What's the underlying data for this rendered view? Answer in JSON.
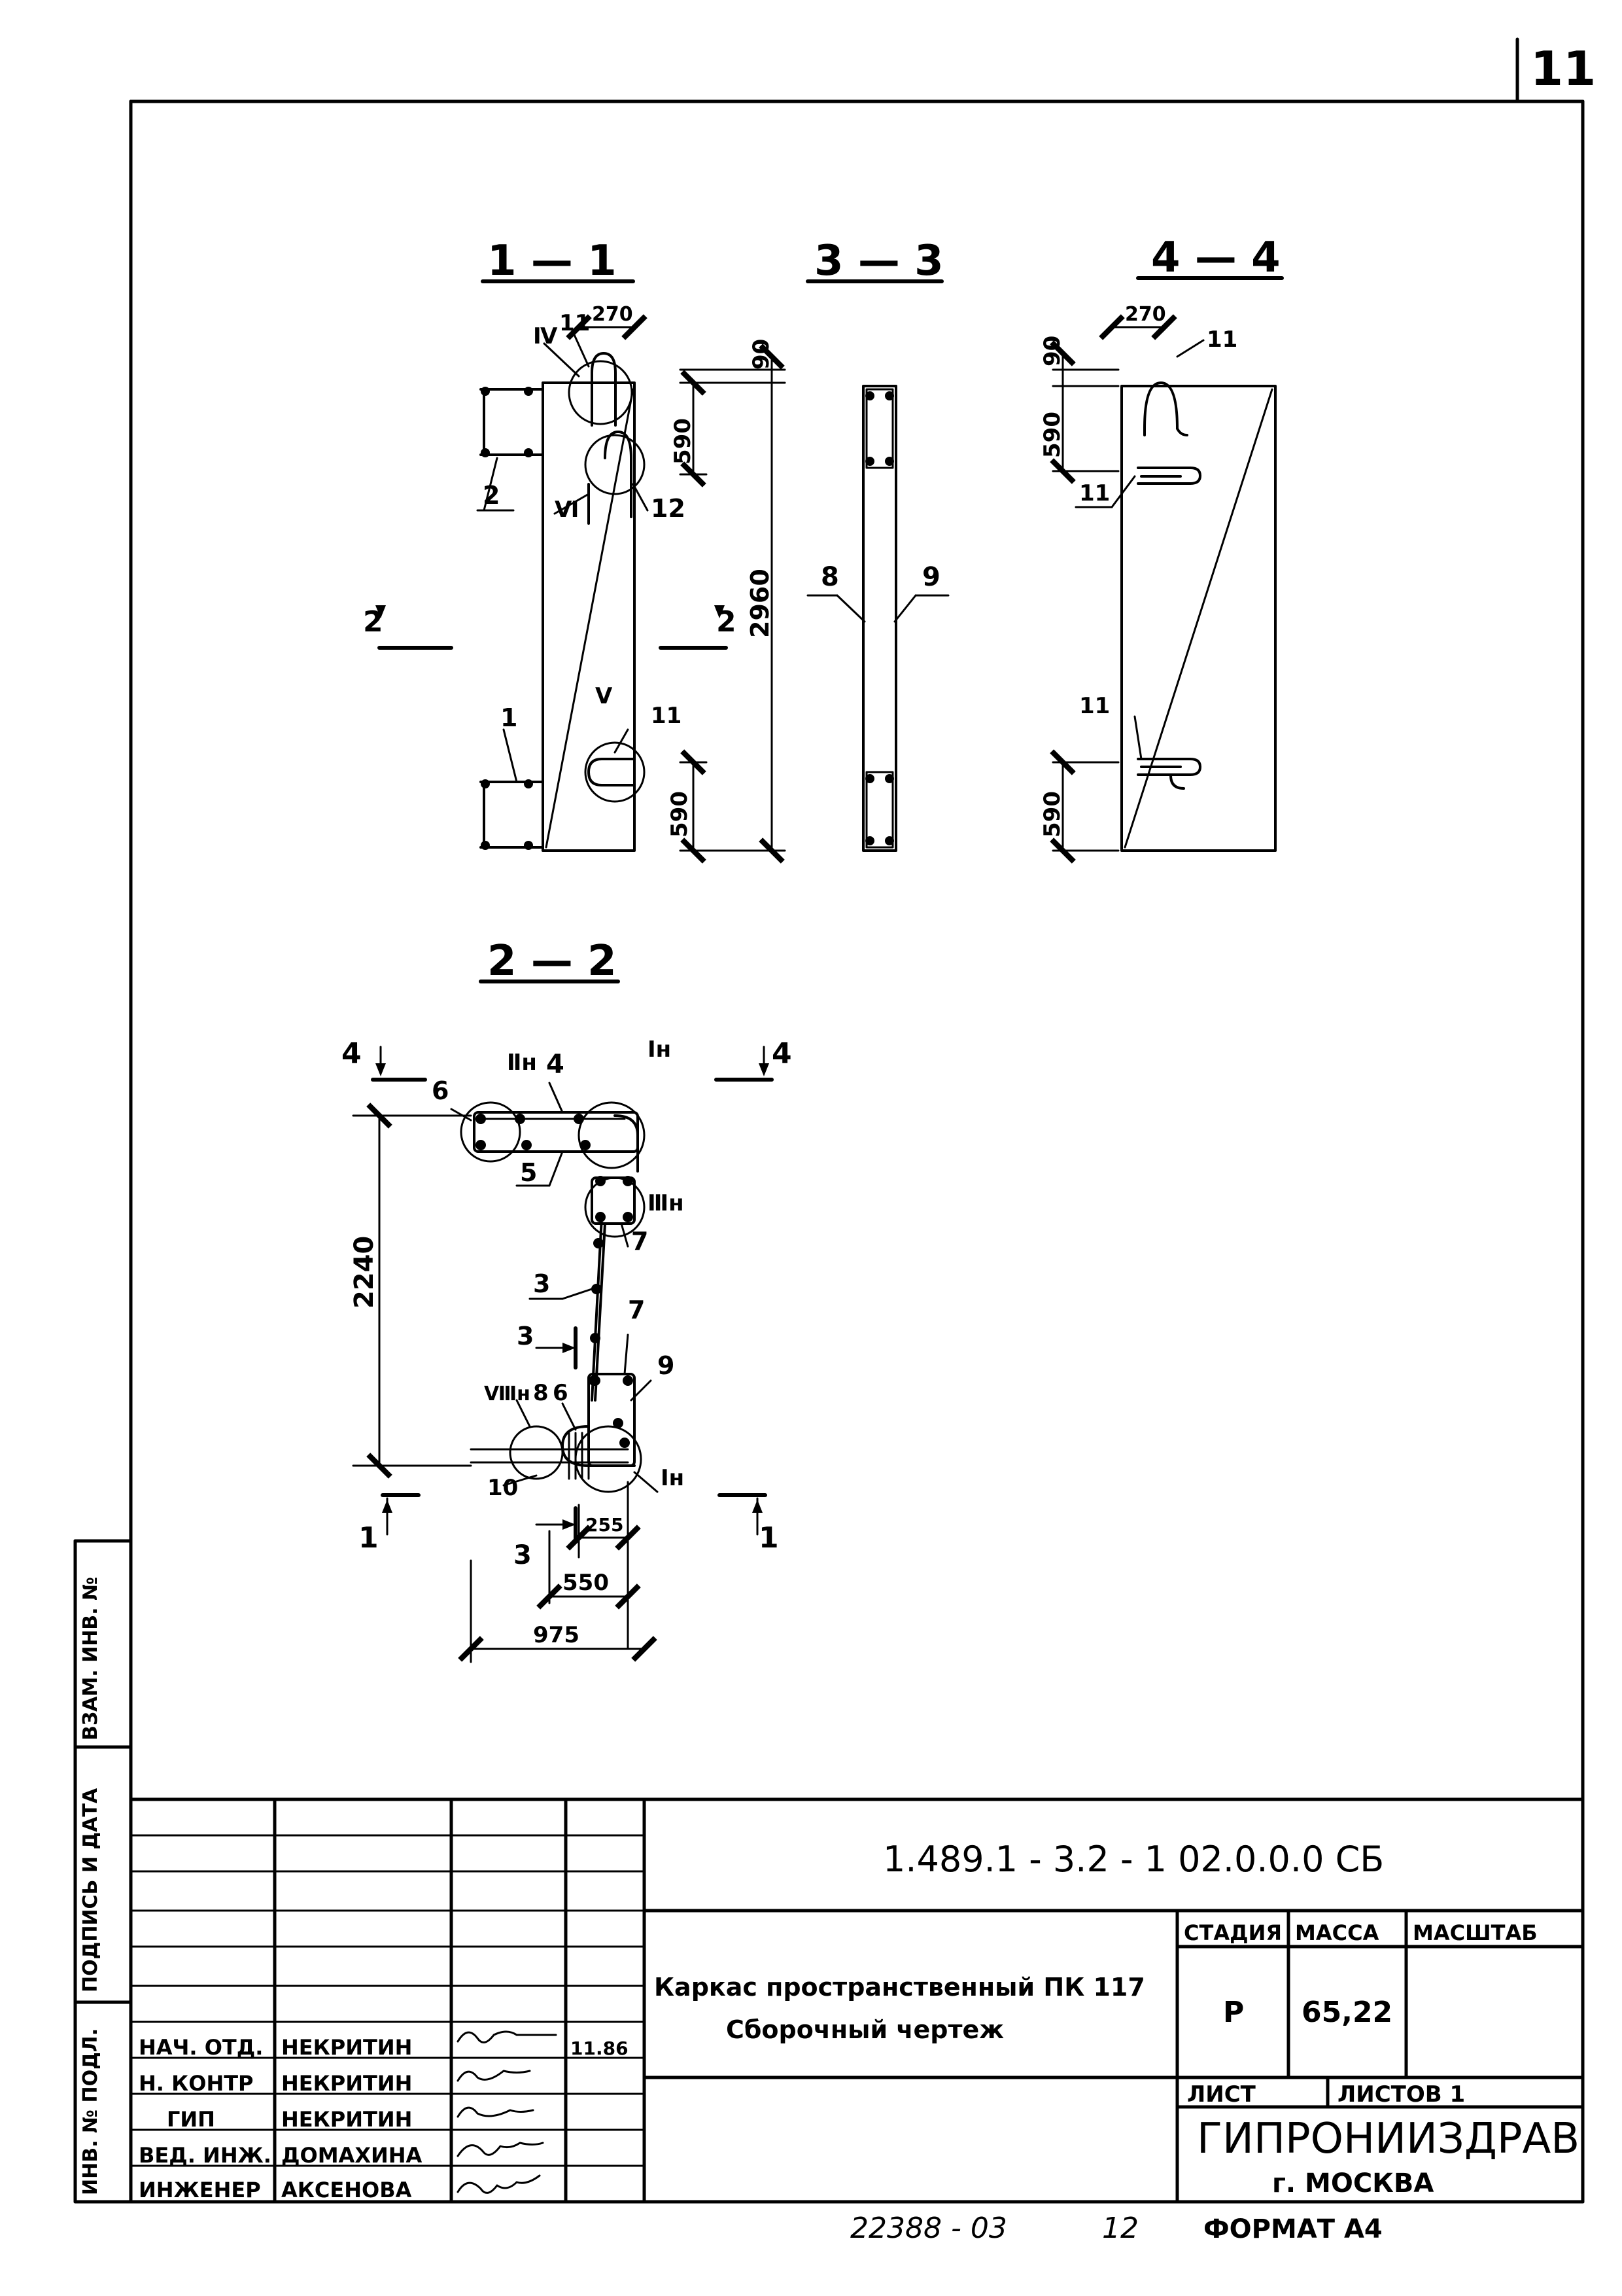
{
  "sheet": {
    "corner_number": "11",
    "format": "ФОРМАТ А4",
    "archive_number": "22388 - 03",
    "archive_sheet": "12"
  },
  "views": {
    "section_1_1": {
      "title": "1 — 1",
      "labels": [
        "Ⅳ",
        "11",
        "270",
        "90",
        "590",
        "2",
        "Ⅵ",
        "12",
        "2960",
        "Ⅴ",
        "11",
        "1",
        "590"
      ],
      "cut_left": "2",
      "cut_right": "2"
    },
    "section_3_3": {
      "title": "3 — 3",
      "labels": [
        "8",
        "9"
      ]
    },
    "section_4_4": {
      "title": "4 — 4",
      "labels": [
        "270",
        "90",
        "11",
        "590",
        "11",
        "11",
        "590"
      ]
    },
    "section_2_2": {
      "title": "2 — 2",
      "labels": [
        "4",
        "Ⅱн",
        "4",
        "Ⅰн",
        "4",
        "6",
        "5",
        "Ⅲн",
        "7",
        "3",
        "2240",
        "3",
        "7",
        "9",
        "Ⅷн",
        "8",
        "6",
        "10",
        "Ⅰн",
        "1",
        "1",
        "3",
        "255",
        "550",
        "975"
      ]
    }
  },
  "side_stamp": {
    "inv_podl": "ИНВ. № ПОДЛ.",
    "podpis_data": "ПОДПИСЬ И ДАТА",
    "vzam_inv": "ВЗАМ. ИНВ. №"
  },
  "title_block": {
    "document_code": "1.489.1 - 3.2 - 1   02.0.0.0 СБ",
    "name_line1": "Каркас пространственный ПК 117",
    "name_line2": "Сборочный чертеж",
    "stage_header": "СТАДИЯ",
    "mass_header": "МАССА",
    "scale_header": "МАСШТАБ",
    "stage_value": "Р",
    "mass_value": "65,22",
    "scale_value": "",
    "sheet_label": "ЛИСТ",
    "sheets_label": "ЛИСТОВ 1",
    "org_name": "ГИПРОНИИЗДРАВ",
    "org_city": "г. МОСКВА",
    "signatures": [
      {
        "role": "НАЧ. ОТД.",
        "name": "НЕКРИТИН",
        "date": "11.86"
      },
      {
        "role": "Н. КОНТР",
        "name": "НЕКРИТИН",
        "date": ""
      },
      {
        "role": "ГИП",
        "name": "НЕКРИТИН",
        "date": ""
      },
      {
        "role": "ВЕД. ИНЖ.",
        "name": "ДОМАХИНА",
        "date": ""
      },
      {
        "role": "ИНЖЕНЕР",
        "name": "АКСЕНОВА",
        "date": ""
      }
    ]
  }
}
